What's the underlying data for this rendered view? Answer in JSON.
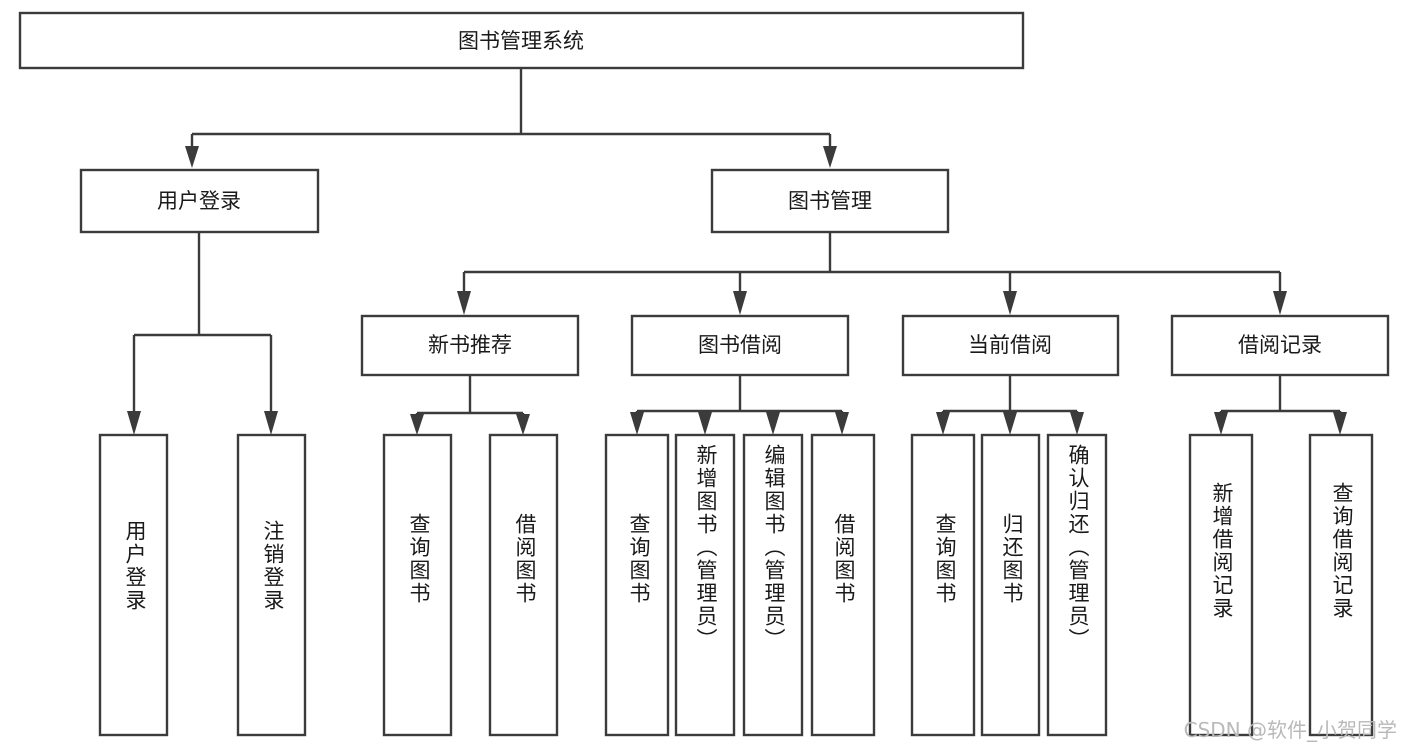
{
  "diagram": {
    "title": "图书管理系统",
    "type": "tree-hierarchy",
    "root": {
      "label": "图书管理系统"
    },
    "level2": [
      {
        "label": "用户登录"
      },
      {
        "label": "图书管理"
      }
    ],
    "level3": [
      {
        "label": "新书推荐"
      },
      {
        "label": "图书借阅"
      },
      {
        "label": "当前借阅"
      },
      {
        "label": "借阅记录"
      }
    ],
    "leaves": {
      "user_login": [
        {
          "label": "用户登录"
        },
        {
          "label": "注销登录"
        }
      ],
      "new_book_recommend": [
        {
          "label": "查询图书"
        },
        {
          "label": "借阅图书"
        }
      ],
      "book_borrow": [
        {
          "label": "查询图书"
        },
        {
          "label": "新增图书（管理员）"
        },
        {
          "label": "编辑图书（管理员）"
        },
        {
          "label": "借阅图书"
        }
      ],
      "current_borrow": [
        {
          "label": "查询图书"
        },
        {
          "label": "归还图书"
        },
        {
          "label": "确认归还（管理员）"
        }
      ],
      "borrow_record": [
        {
          "label": "新增借阅记录"
        },
        {
          "label": "查询借阅记录"
        }
      ]
    }
  },
  "watermark": {
    "text": "CSDN @软件_小贺同学"
  },
  "colors": {
    "stroke": "#3b3b3b",
    "box_fill": "#ffffff",
    "text": "#1a1a1a",
    "watermark": "#b9b9b9",
    "background": "#ffffff"
  }
}
